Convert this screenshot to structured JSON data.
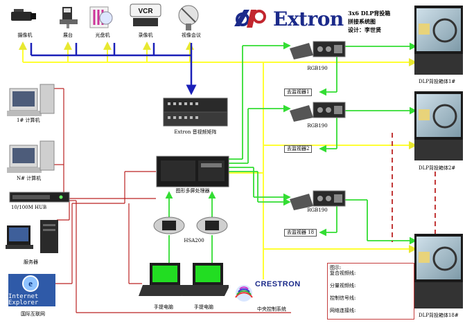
{
  "header": {
    "title": "3x6 DLP背投箱",
    "subtitle": "拼接系统图",
    "designer": "设计：李世贤",
    "brand": "Extron"
  },
  "sources": [
    {
      "id": "camera",
      "label": "摄像机"
    },
    {
      "id": "booth",
      "label": "展台"
    },
    {
      "id": "dvd",
      "label": "光盘机"
    },
    {
      "id": "vcr",
      "label": "录像机",
      "device_text": "VCR"
    },
    {
      "id": "video_conf",
      "label": "视像会议"
    }
  ],
  "computers": [
    {
      "id": "pc1",
      "label": "1# 计算机"
    },
    {
      "id": "pcn",
      "label": "N# 计算机"
    }
  ],
  "hub": {
    "label": "10/100M HUB"
  },
  "server": {
    "label": "服务器"
  },
  "internet": {
    "label": "国际互联网",
    "screen_text": "Internet Explorer"
  },
  "matrix": {
    "label": "Extron 音视频矩阵"
  },
  "processor": {
    "label": "图形多屏处理器"
  },
  "hsa": {
    "label": "HSA200"
  },
  "laptops": [
    {
      "id": "laptop1",
      "label": "手提电脑"
    },
    {
      "id": "laptop2",
      "label": "手提电脑"
    }
  ],
  "controller": {
    "label": "中央控制系统",
    "brand": "CRESTRON"
  },
  "rgb_units": [
    {
      "id": "rgb1",
      "label": "RGB190"
    },
    {
      "id": "rgb2",
      "label": "RGB190"
    },
    {
      "id": "rgb3",
      "label": "RGB190"
    }
  ],
  "monitors": [
    {
      "id": "mon1",
      "label": "去监视器1"
    },
    {
      "id": "mon2",
      "label": "去监视器2"
    },
    {
      "id": "mon18",
      "label": "去监视器 18"
    }
  ],
  "dlp_boxes": [
    {
      "id": "dlp1",
      "label": "DLP背投箱体1#"
    },
    {
      "id": "dlp2",
      "label": "DLP背投箱体2#"
    },
    {
      "id": "dlp18",
      "label": "DLP背投箱体18#"
    }
  ],
  "legend": {
    "title": "图示:",
    "items": [
      {
        "label": "复合视频线:",
        "color": "#1a1fb8",
        "style": "arrow"
      },
      {
        "label": "分量视频线:",
        "color": "#33dd33",
        "style": "arrow"
      },
      {
        "label": "控制信号线:",
        "color": "#ffff33",
        "style": "arrow"
      },
      {
        "label": "网络连接线:",
        "color": "#bb2222",
        "style": "dot"
      }
    ]
  },
  "colors": {
    "composite_video": "#1a1fb8",
    "component_video": "#33dd33",
    "control_signal": "#ffff33",
    "network": "#bb2222",
    "brand_blue": "#1b2a8a"
  }
}
